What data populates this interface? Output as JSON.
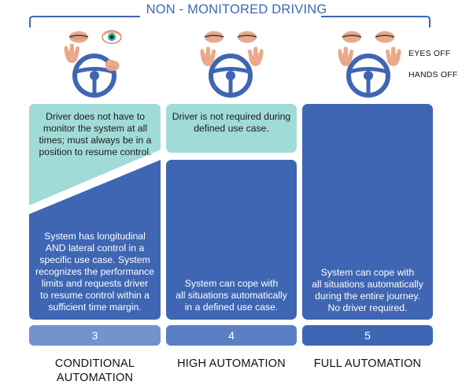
{
  "header": {
    "title": "NON - MONITORED DRIVING"
  },
  "legend": {
    "eyes_off": "EYES OFF",
    "hands_off": "HANDS OFF"
  },
  "columns": [
    {
      "level": "3",
      "label": "CONDITIONAL AUTOMATION",
      "label_lines": [
        "CONDITIONAL",
        "AUTOMATION"
      ],
      "driver_text": [
        "Driver does not have to",
        "monitor the system at all",
        "times; must always be in a",
        "position to resume control."
      ],
      "system_text": [
        "System has longitudinal",
        "AND lateral control in a",
        "specific use case. System",
        "recognizes the performance",
        "limits and requests driver",
        "to resume control within a",
        "sufficient time margin."
      ]
    },
    {
      "level": "4",
      "label": "HIGH AUTOMATION",
      "label_lines": [
        "HIGH AUTOMATION"
      ],
      "driver_text": [
        "Driver is not required during",
        "defined use case."
      ],
      "system_text": [
        "System can cope with",
        "all situations automatically",
        "in a defined use case."
      ]
    },
    {
      "level": "5",
      "label": "FULL AUTOMATION",
      "label_lines": [
        "FULL AUTOMATION"
      ],
      "driver_text": [],
      "system_text": [
        "System can cope with",
        "all situations automatically",
        "during the entire journey.",
        "No driver required."
      ]
    }
  ],
  "colors": {
    "title_blue": "#3d66b6",
    "dark_blue": "#3f66b3",
    "teal": "#a1dbd8",
    "pill_3": "#7393cf",
    "pill_4": "#5a7fc4",
    "pill_5": "#3f66b3",
    "skin": "#eaa98b",
    "eye_open": "#1ea7a0"
  },
  "icons": [
    "eye-open-icon",
    "eye-closed-icon",
    "hand-icon",
    "steering-wheel-icon"
  ]
}
